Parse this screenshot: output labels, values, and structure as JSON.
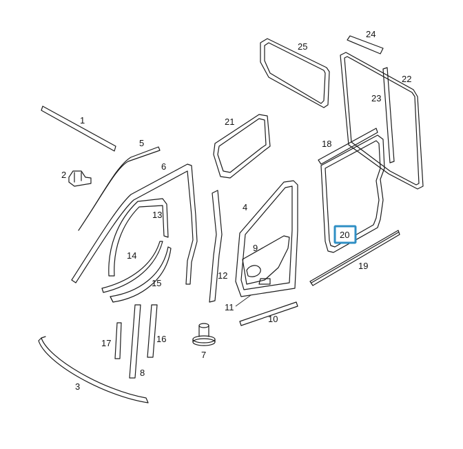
{
  "highlight_color": "#2f8fc4",
  "highlighted_label": "20",
  "labels": {
    "p1": "1",
    "p2": "2",
    "p3": "3",
    "p4": "4",
    "p5": "5",
    "p6": "6",
    "p7": "7",
    "p8": "8",
    "p9": "9",
    "p10": "10",
    "p11": "11",
    "p12": "12",
    "p13": "13",
    "p14": "14",
    "p15": "15",
    "p16": "16",
    "p17": "17",
    "p18": "18",
    "p19": "19",
    "p20": "20",
    "p21": "21",
    "p22": "22",
    "p23": "23",
    "p24": "24",
    "p25": "25"
  }
}
